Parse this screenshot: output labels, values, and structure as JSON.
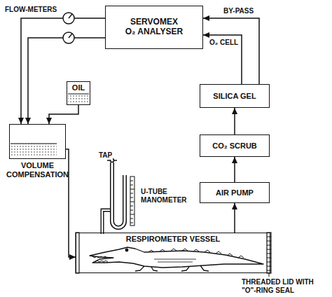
{
  "diagram": {
    "nodes": [
      {
        "text": [
          "SERVOMEX O₂ ANALYSER"
        ]
      },
      {
        "text": [
          "OIL"
        ]
      },
      {
        "text": [
          "VOLUME COMPENSATION"
        ]
      },
      {
        "text": [
          "SILICA GEL"
        ]
      },
      {
        "text": [
          "CO₂ SCRUB"
        ]
      },
      {
        "text": [
          "AIR PUMP"
        ]
      },
      {
        "text": [
          "RESPIROMETER VESSEL"
        ]
      }
    ],
    "edges": [
      {
        "from": 6,
        "to": 5,
        "arrow": "to"
      },
      {
        "from": 5,
        "to": 4,
        "arrow": "to"
      },
      {
        "from": 4,
        "to": 3,
        "arrow": "to"
      },
      {
        "from": 3,
        "to": 0,
        "label": "BY-PASS",
        "arrow": "to"
      },
      {
        "from": 3,
        "to": 0,
        "label": "O₂ CELL",
        "arrow": "to"
      },
      {
        "from": 0,
        "to": 2,
        "arrow": "to"
      },
      {
        "from": 0,
        "to": 2,
        "arrow": "to"
      },
      {
        "from": 1,
        "to": 2,
        "arrow": "to"
      },
      {
        "from": 2,
        "to": 6,
        "arrow": "to"
      }
    ],
    "labels": [
      "FLOW-METERS",
      "TAP",
      "U-TUBE MANOMETER",
      "THREADED LID WITH \"O\"-RING SEAL"
    ]
  }
}
